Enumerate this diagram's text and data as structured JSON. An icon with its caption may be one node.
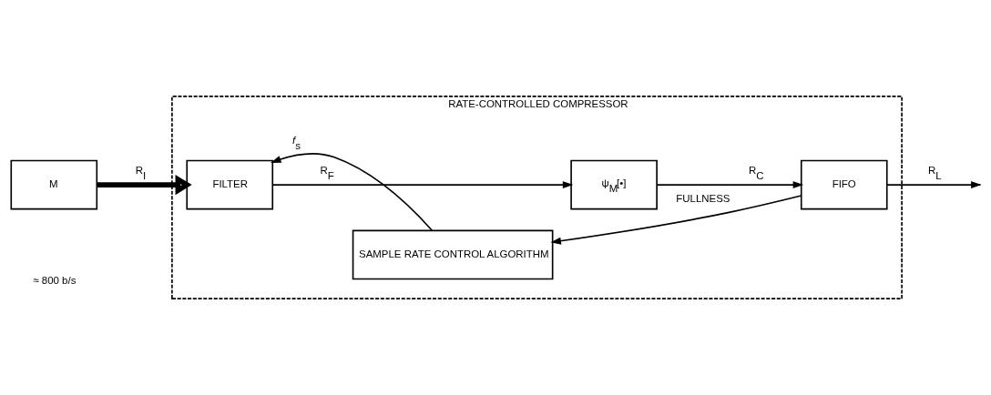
{
  "diagram": {
    "nodes": [
      {
        "text": [
          "RATE-CONTROLLED COMPRESSOR"
        ]
      },
      {
        "text": [
          "M"
        ]
      },
      {
        "text": [
          "FILTER"
        ],
        "in": 0
      },
      {
        "text": [
          "ψ$_{M}$[•]"
        ],
        "in": 0
      },
      {
        "text": [
          "FIFO"
        ],
        "in": 0
      },
      {
        "text": [
          "SAMPLE RATE CONTROL ALGORITHM"
        ],
        "in": 0
      }
    ],
    "edges": [
      {
        "from": 1,
        "to": 2,
        "arrow": "to",
        "label": "R$_{I}$",
        "style": "thick"
      },
      {
        "from": 2,
        "to": 3,
        "arrow": "to",
        "label": "R$_{F}$"
      },
      {
        "from": 3,
        "to": 4,
        "arrow": "to",
        "label": "R$_{C}$"
      },
      {
        "from": 4,
        "to": null,
        "arrow": "to",
        "label": "R$_{L}$"
      },
      {
        "from": 4,
        "to": 5,
        "arrow": "to",
        "label": "FULLNESS"
      },
      {
        "from": 5,
        "to": 2,
        "arrow": "to",
        "label": "*f*$_{s}$"
      }
    ],
    "labels": [
      "≈ 800 b/s"
    ]
  }
}
